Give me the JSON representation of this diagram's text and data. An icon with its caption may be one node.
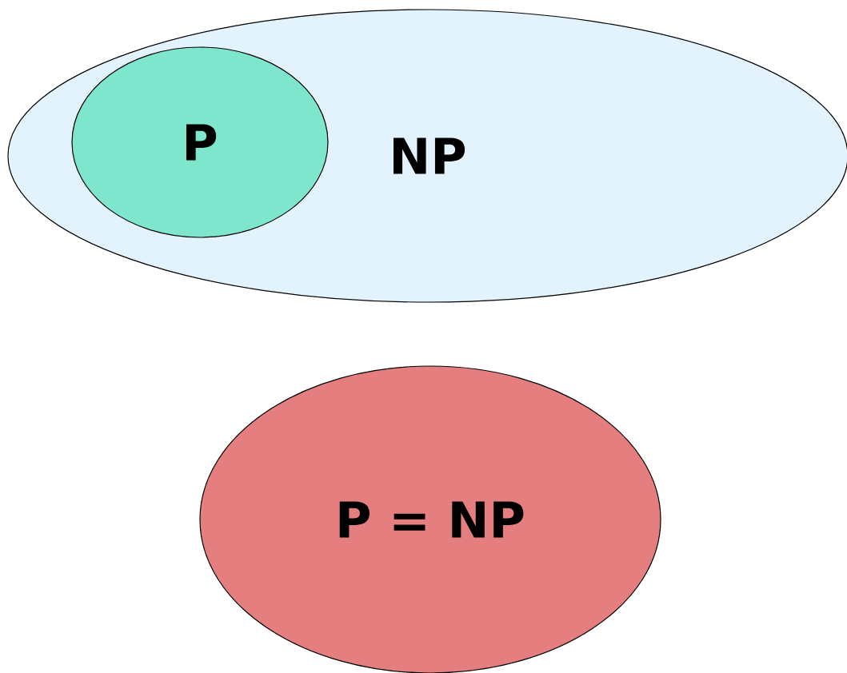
{
  "diagram": {
    "nodes": [
      {
        "text": [
          "NP"
        ]
      },
      {
        "text": [
          "P"
        ],
        "in": 0
      },
      {
        "text": [
          "P = NP"
        ]
      }
    ]
  }
}
